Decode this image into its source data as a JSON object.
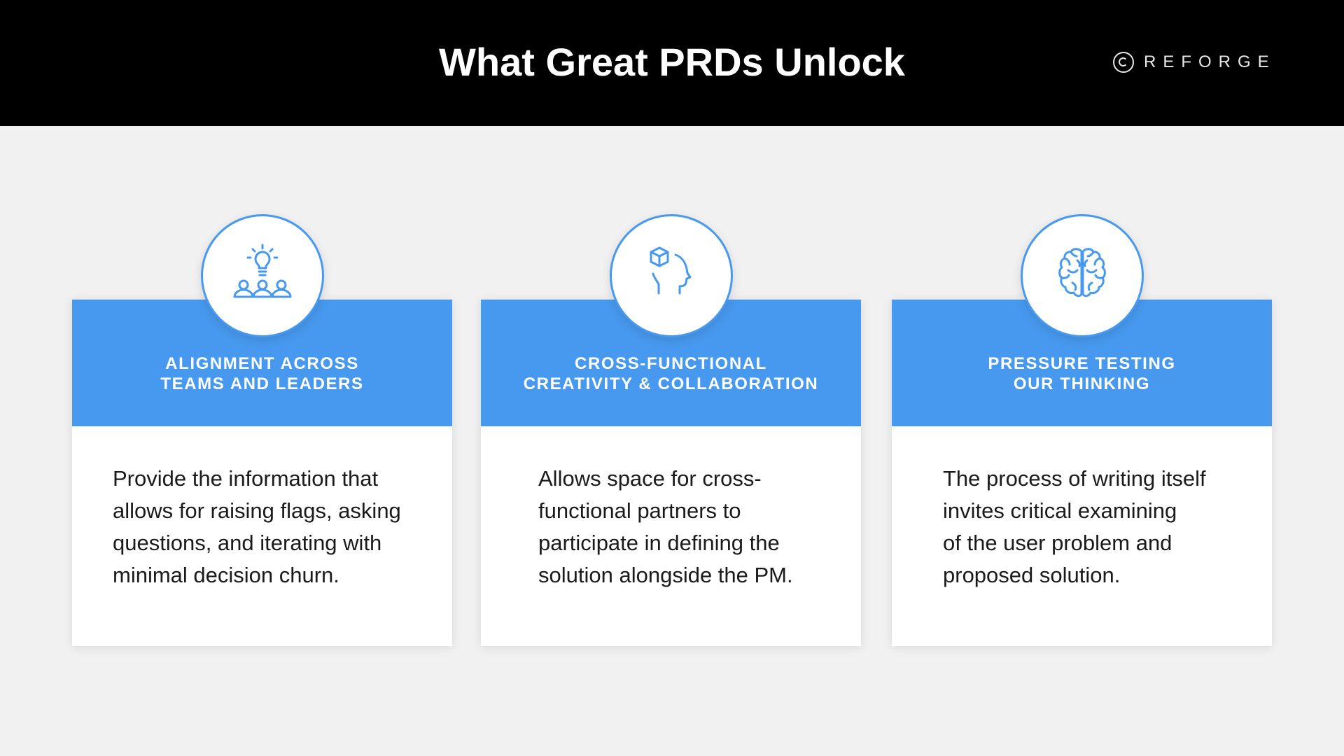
{
  "header": {
    "title": "What Great PRDs Unlock",
    "brand": {
      "icon": "reforge-logo-icon",
      "name": "REFORGE"
    }
  },
  "colors": {
    "header_bg": "#000000",
    "accent": "#4799ef",
    "page_bg": "#f1f1f1",
    "card_bg": "#ffffff",
    "body_text": "#1a1a1a"
  },
  "cards": [
    {
      "icon": "lightbulb-team-icon",
      "title_line1": "ALIGNMENT ACROSS",
      "title_line2": "TEAMS AND LEADERS",
      "body": [
        "Provide the information that",
        "allows for raising flags, asking",
        "questions, and iterating with",
        "minimal decision churn."
      ]
    },
    {
      "icon": "head-cube-icon",
      "title_line1": "CROSS-FUNCTIONAL",
      "title_line2": "CREATIVITY & COLLABORATION",
      "body": [
        "Allows space for cross-",
        "functional partners to",
        "participate in defining the",
        "solution alongside the PM."
      ]
    },
    {
      "icon": "brain-icon",
      "title_line1": "PRESSURE TESTING",
      "title_line2": "OUR THINKING",
      "body": [
        "The process of writing itself",
        "invites critical examining",
        "of the user problem and",
        "proposed solution."
      ]
    }
  ]
}
